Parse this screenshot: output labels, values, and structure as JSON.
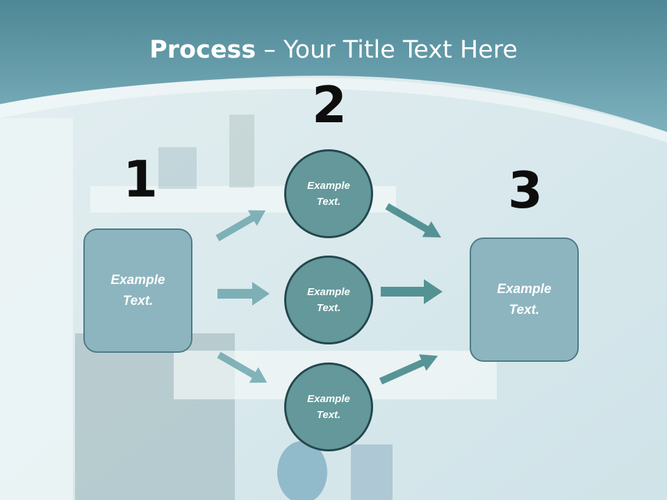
{
  "title": {
    "bold": "Process",
    "rest": " – Your Title Text Here"
  },
  "steps": [
    {
      "number": "1",
      "text": [
        "Example",
        "Text."
      ]
    },
    {
      "number": "2",
      "nodes": [
        {
          "text": [
            "Example",
            "Text."
          ]
        },
        {
          "text": [
            "Example",
            "Text."
          ]
        },
        {
          "text": [
            "Example",
            "Text."
          ]
        }
      ]
    },
    {
      "number": "3",
      "text": [
        "Example",
        "Text."
      ]
    }
  ],
  "colors": {
    "header": "#5e98a6",
    "box": "#8db5bf",
    "circle": "#64989a",
    "arrow": "#5e9ea4"
  }
}
